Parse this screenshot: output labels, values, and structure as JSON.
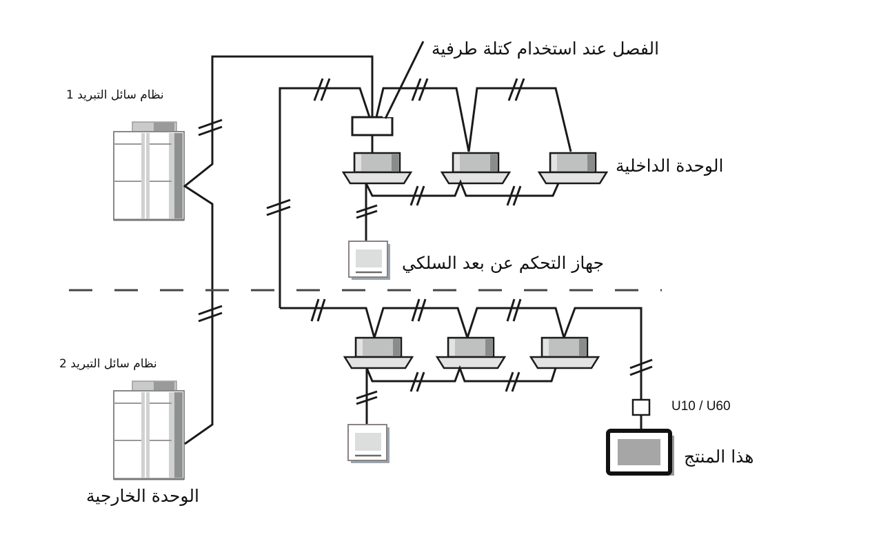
{
  "labels": {
    "terminal_block_note": "الفصل عند استخدام كتلة طرفية",
    "refrigerant_system_1": "نظام سائل التبريد 1",
    "refrigerant_system_2": "نظام سائل التبريد 2",
    "indoor_unit": "الوحدة الداخلية",
    "wired_remote": "جهاز التحكم عن بعد السلكي",
    "outdoor_unit": "الوحدة الخارجية",
    "adapter": "U10 / U60",
    "this_product": "هذا المنتج"
  },
  "colors": {
    "line": "#1a1a1a",
    "unit_body": "#bfc1c0",
    "unit_light": "#e2e3e2",
    "unit_dark": "#8a8c8b",
    "screen": "#a6a6a6"
  }
}
